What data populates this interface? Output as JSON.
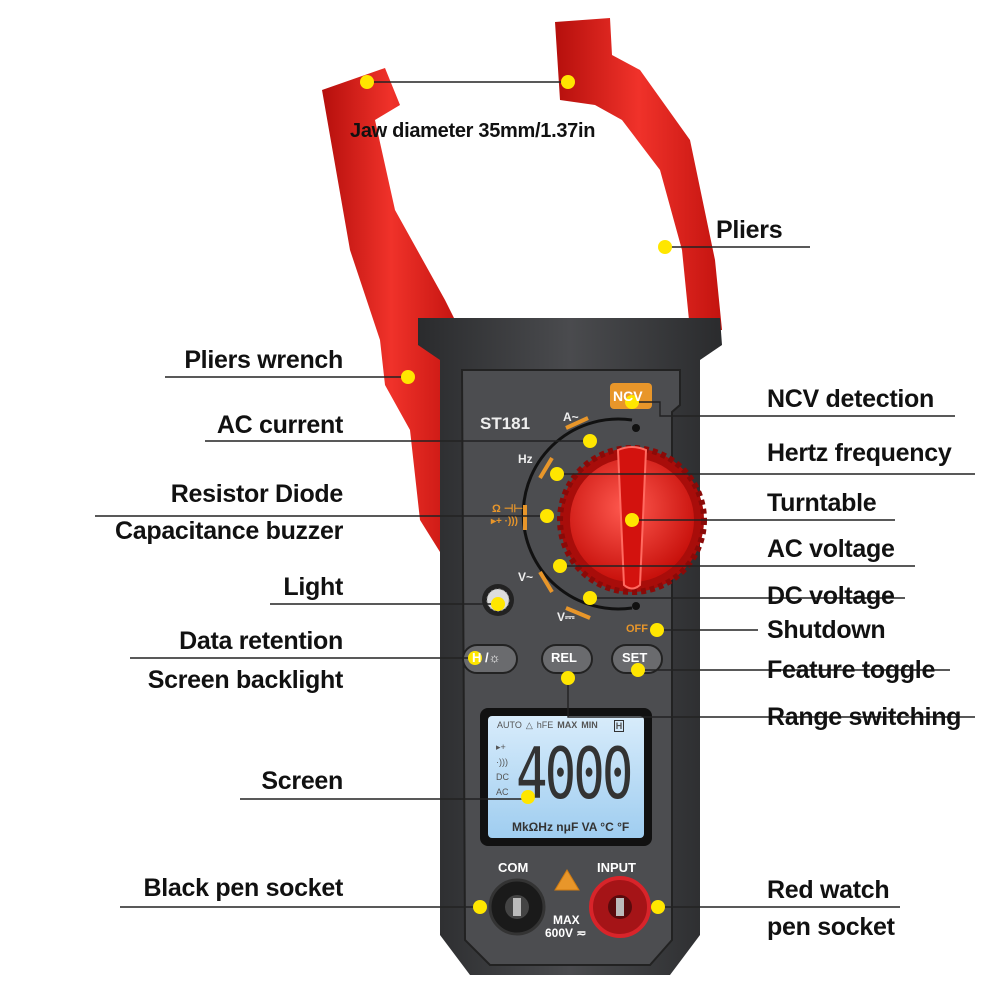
{
  "title": "Jaw diameter 35mm/1.37in",
  "device": {
    "model": "ST181",
    "ncv": "NCV",
    "dial_labels": {
      "a_ac": "A~",
      "hz": "Hz",
      "ohm_cap": "Ω ⊣⊢",
      "diode_buzzer": "▸+ ·)))",
      "v_ac": "V~",
      "v_dc": "V⎓",
      "off": "OFF"
    },
    "buttons": {
      "hold": "H /☼",
      "rel": "REL",
      "set": "SET"
    },
    "lcd": {
      "top": [
        "AUTO",
        "△",
        "hFE",
        "MAX",
        "MIN",
        "H"
      ],
      "left": [
        "▸+",
        "·)))",
        "DC",
        "AC"
      ],
      "reading": "4000",
      "units": "MkΩHz nμF VA °C °F"
    },
    "sockets": {
      "com": "COM",
      "input": "INPUT",
      "max": "MAX",
      "rating": "600V ≂"
    }
  },
  "callouts": {
    "left": {
      "pliers_wrench": "Pliers wrench",
      "ac_current": "AC current",
      "resistor_diode": "Resistor Diode",
      "capacitance_buzzer": "Capacitance buzzer",
      "light": "Light",
      "data_retention": "Data retention",
      "screen_backlight": "Screen backlight",
      "screen": "Screen",
      "black_pen_socket": "Black pen socket"
    },
    "right": {
      "pliers": "Pliers",
      "ncv_detection": "NCV detection",
      "hertz_frequency": "Hertz frequency",
      "turntable": "Turntable",
      "ac_voltage": "AC voltage",
      "dc_voltage": "DC voltage",
      "shutdown": "Shutdown",
      "feature_toggle": "Feature toggle",
      "range_switching": "Range switching",
      "red_watch": "Red watch",
      "pen_socket": "pen socket"
    }
  },
  "colors": {
    "jaw": "#e8201c",
    "body": "#3a3b3d",
    "accent": "#e8962a",
    "dot": "#ffe600",
    "lcd": "#bfe0f7"
  }
}
